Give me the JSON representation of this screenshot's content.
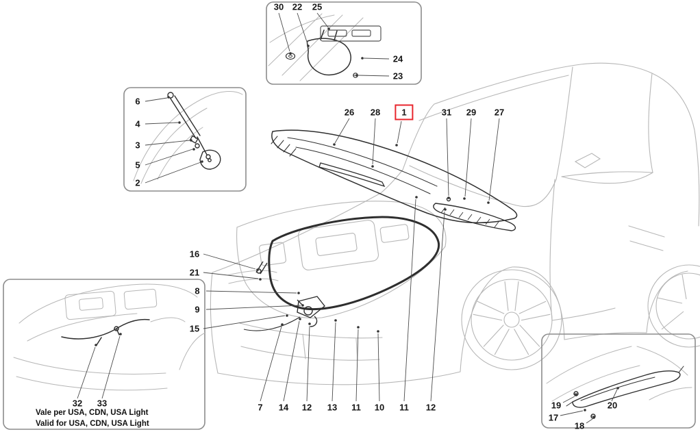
{
  "diagram": {
    "subject": "front lid / bonnet parts diagram",
    "highlighted_callout": "1"
  },
  "colors": {
    "highlight": "#e8262d",
    "line_light": "#b6b6b6",
    "line_dark": "#2e2e2e",
    "box_border": "#8c8c8c"
  },
  "callouts": {
    "inset_hinge": [
      "30",
      "22",
      "25",
      "24",
      "23"
    ],
    "inset_strut": [
      "6",
      "4",
      "3",
      "5",
      "2"
    ],
    "main_top": [
      "26",
      "28",
      "1",
      "31",
      "29",
      "27"
    ],
    "main_left": [
      "16",
      "21",
      "8",
      "9",
      "15"
    ],
    "main_bottom": [
      "7",
      "14",
      "12",
      "13",
      "11",
      "10",
      "11",
      "12"
    ],
    "inset_usa": [
      "32",
      "33"
    ],
    "inset_trim": [
      "19",
      "20",
      "17",
      "18"
    ]
  },
  "note": {
    "line1": "Vale per USA, CDN, USA Light",
    "line2": "Valid for USA, CDN, USA Light"
  }
}
